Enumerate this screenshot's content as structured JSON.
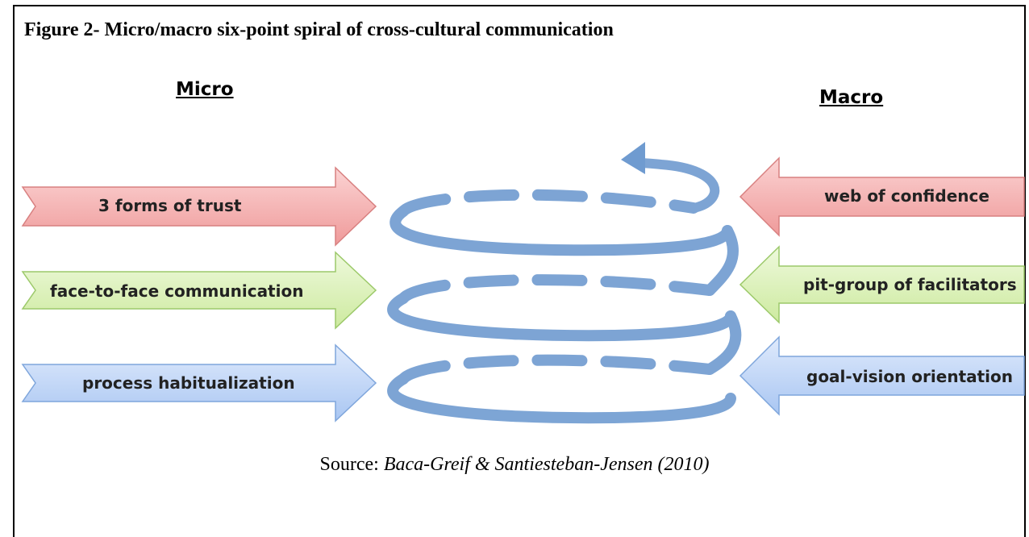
{
  "figure": {
    "title": "Figure 2- Micro/macro six-point spiral of cross-cultural communication",
    "micro_heading": "Micro",
    "macro_heading": "Macro",
    "micro_items": [
      {
        "label": "3 forms of trust",
        "color": "#f3a6a6"
      },
      {
        "label": "face-to-face communication",
        "color": "#d6efb0"
      },
      {
        "label": "process habitualization",
        "color": "#b5cff5"
      }
    ],
    "macro_items": [
      {
        "label": "web of confidence",
        "color": "#f3a6a6"
      },
      {
        "label": "pit-group of facilitators",
        "color": "#d6efb0"
      },
      {
        "label": "goal-vision orientation",
        "color": "#b5cff5"
      }
    ],
    "spiral_color": "#6f9bd0",
    "source_prefix": "Source:",
    "source_citation": "Baca-Greif & Santiesteban-Jensen (2010)"
  }
}
